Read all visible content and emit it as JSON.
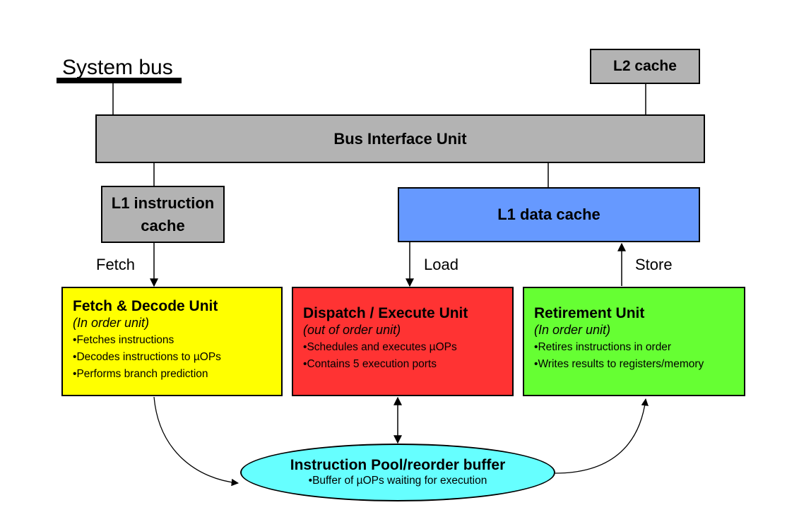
{
  "system_bus": "System bus",
  "l2_cache": "L2 cache",
  "bus_interface_unit": "Bus Interface Unit",
  "l1_instruction_cache": [
    "L1 instruction",
    "cache"
  ],
  "l1_data_cache": "L1 data cache",
  "arrows": {
    "fetch": "Fetch",
    "load": "Load",
    "store": "Store"
  },
  "units": {
    "fetch_decode": {
      "title": "Fetch & Decode Unit",
      "subtitle": "(In order unit)",
      "items": [
        "Fetches instructions",
        "Decodes instructions to µOPs",
        "Performs branch prediction"
      ],
      "color": "#ffff00"
    },
    "dispatch_execute": {
      "title": "Dispatch / Execute Unit",
      "subtitle": "(out of order unit)",
      "items": [
        "Schedules and executes µOPs",
        "Contains 5 execution ports"
      ],
      "color": "#ff3333"
    },
    "retirement": {
      "title": "Retirement Unit",
      "subtitle": "(In order unit)",
      "items": [
        "Retires instructions in order",
        "Writes results to registers/memory"
      ],
      "color": "#66ff33"
    }
  },
  "instruction_pool": {
    "title": "Instruction Pool/reorder buffer",
    "subtitle": "Buffer of µOPs waiting for execution",
    "color": "#66ffff"
  },
  "colors": {
    "l1_data_cache": "#6699ff",
    "gray_box": "#b3b3b3"
  }
}
